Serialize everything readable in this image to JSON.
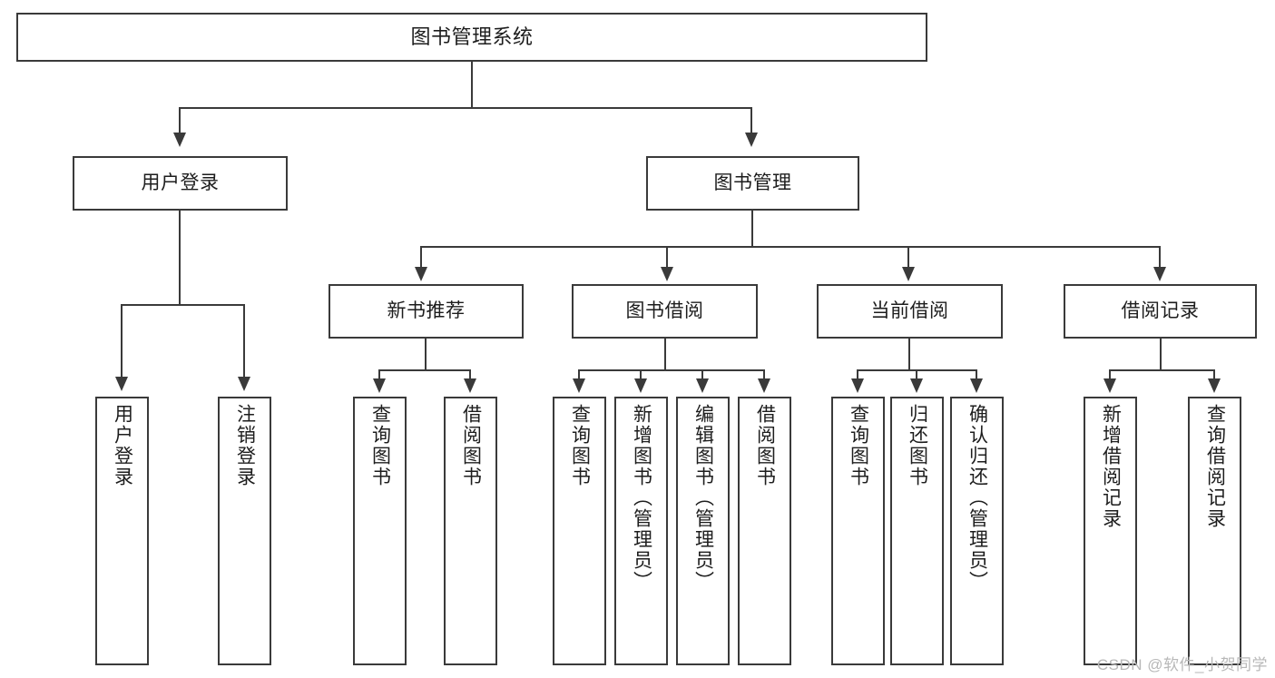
{
  "diagram": {
    "title": "图书管理系统",
    "type": "tree",
    "watermark": "CSDN @软件_小贺同学",
    "colors": {
      "box_border": "#3a3a3a",
      "box_fill": "#ffffff",
      "connector": "#3a3a3a",
      "text": "#1d1d1d",
      "watermark": "#b8b8b8"
    }
  },
  "root": {
    "label": "图书管理系统"
  },
  "level1": [
    {
      "label": "用户登录"
    },
    {
      "label": "图书管理"
    }
  ],
  "level2": [
    {
      "label": "新书推荐"
    },
    {
      "label": "图书借阅"
    },
    {
      "label": "当前借阅"
    },
    {
      "label": "借阅记录"
    }
  ],
  "leaves": {
    "user_login": [
      {
        "label": "用户登录"
      },
      {
        "label": "注销登录"
      }
    ],
    "new_book": [
      {
        "label": "查询图书"
      },
      {
        "label": "借阅图书"
      }
    ],
    "borrow": [
      {
        "label": "查询图书"
      },
      {
        "label": "新增图书（管理员）"
      },
      {
        "label": "编辑图书（管理员）"
      },
      {
        "label": "借阅图书"
      }
    ],
    "current": [
      {
        "label": "查询图书"
      },
      {
        "label": "归还图书"
      },
      {
        "label": "确认归还（管理员）"
      }
    ],
    "records": [
      {
        "label": "新增借阅记录"
      },
      {
        "label": "查询借阅记录"
      }
    ]
  }
}
